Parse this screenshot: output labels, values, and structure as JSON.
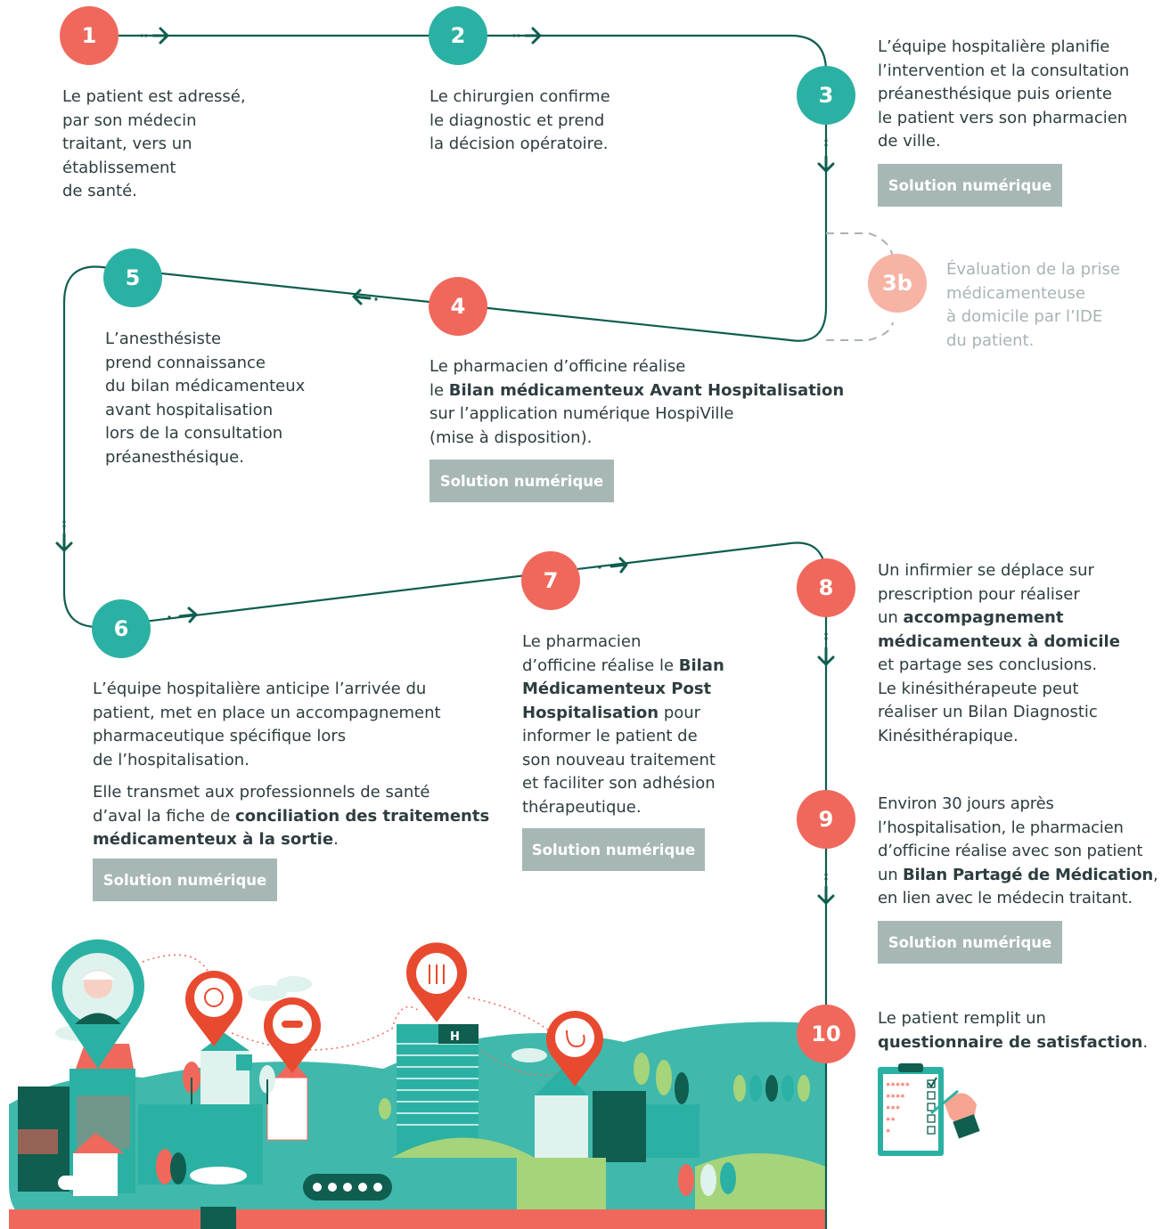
{
  "colors": {
    "red": "#f0685c",
    "teal": "#2bb1a3",
    "path": "#0f5e50",
    "pink": "#f7b3a4",
    "solution_bg": "#a7b7b6"
  },
  "steps": [
    {
      "id": "1",
      "lines": [
        "Le patient est adressé,",
        "par son médecin",
        "traitant, vers un",
        "établissement",
        "de santé."
      ]
    },
    {
      "id": "2",
      "lines": [
        "Le chirurgien confirme",
        "le diagnostic et prend",
        "la décision opératoire."
      ]
    },
    {
      "id": "3",
      "lines": [
        "L’équipe hospitalière planifie",
        "l’intervention et la consultation",
        "préanesthésique puis oriente",
        "le patient vers son pharmacien",
        "de ville."
      ],
      "solution": "Solution numérique"
    },
    {
      "id": "3b",
      "lines": [
        "Évaluation de la prise",
        "médicamenteuse",
        "à domicile par l’IDE",
        "du patient."
      ]
    },
    {
      "id": "4",
      "line1": "Le pharmacien d’officine réalise",
      "line2_pre": "le ",
      "line2_bold": "Bilan médicamenteux Avant Hospitalisation",
      "line3": "sur l’application numérique HospiVille",
      "line4": "(mise à disposition).",
      "solution": "Solution numérique"
    },
    {
      "id": "5",
      "lines": [
        "L’anesthésiste",
        "prend connaissance",
        "du bilan médicamenteux",
        "avant hospitalisation",
        "lors de la consultation",
        "préanesthésique."
      ]
    },
    {
      "id": "6",
      "para1": [
        "L’équipe hospitalière anticipe l’arrivée du",
        "patient, met en place un accompagnement",
        "pharmaceutique spécifique lors",
        "de l’hospitalisation."
      ],
      "para2_line1": "Elle transmet aux professionnels de santé",
      "para2_line2_pre": "d’aval la fiche de ",
      "para2_line2_bold": "conciliation des traitements",
      "para2_line3_bold": "médicamenteux à la sortie",
      "para2_line3_post": ".",
      "solution": "Solution numérique"
    },
    {
      "id": "7",
      "line1": "Le pharmacien",
      "line2_pre": "d’officine réalise le ",
      "line2_bold": "Bilan",
      "line3_bold": "Médicamenteux Post",
      "line4_bold": "Hospitalisation",
      "line4_post": " pour",
      "lines_rest": [
        "informer le patient de",
        "son nouveau traitement",
        "et faciliter son adhésion",
        "thérapeutique."
      ],
      "solution": "Solution numérique"
    },
    {
      "id": "8",
      "line1": "Un infirmier se déplace sur",
      "line2": "prescription pour réaliser",
      "line3_pre": "un ",
      "line3_bold": "accompagnement",
      "line4_bold": "médicamenteux à domicile",
      "lines_rest": [
        "et partage ses conclusions.",
        "Le kinésithérapeute peut",
        "réaliser un Bilan Diagnostic",
        "Kinésithérapique."
      ]
    },
    {
      "id": "9",
      "line1": "Environ 30 jours après",
      "line2": "l’hospitalisation, le pharmacien",
      "line3": "d’officine réalise avec son patient",
      "line4_pre": "un ",
      "line4_bold": "Bilan Partagé de Médication",
      "line4_post": ",",
      "line5": "en lien avec le médecin traitant.",
      "solution": "Solution numérique"
    },
    {
      "id": "10",
      "line1": "Le patient remplit un",
      "line2_bold": "questionnaire de satisfaction",
      "line2_post": "."
    }
  ],
  "illustration": {
    "hospital_sign": "H"
  },
  "questionnaire_stars": [
    "*****",
    "****",
    "***",
    "**",
    "*"
  ]
}
